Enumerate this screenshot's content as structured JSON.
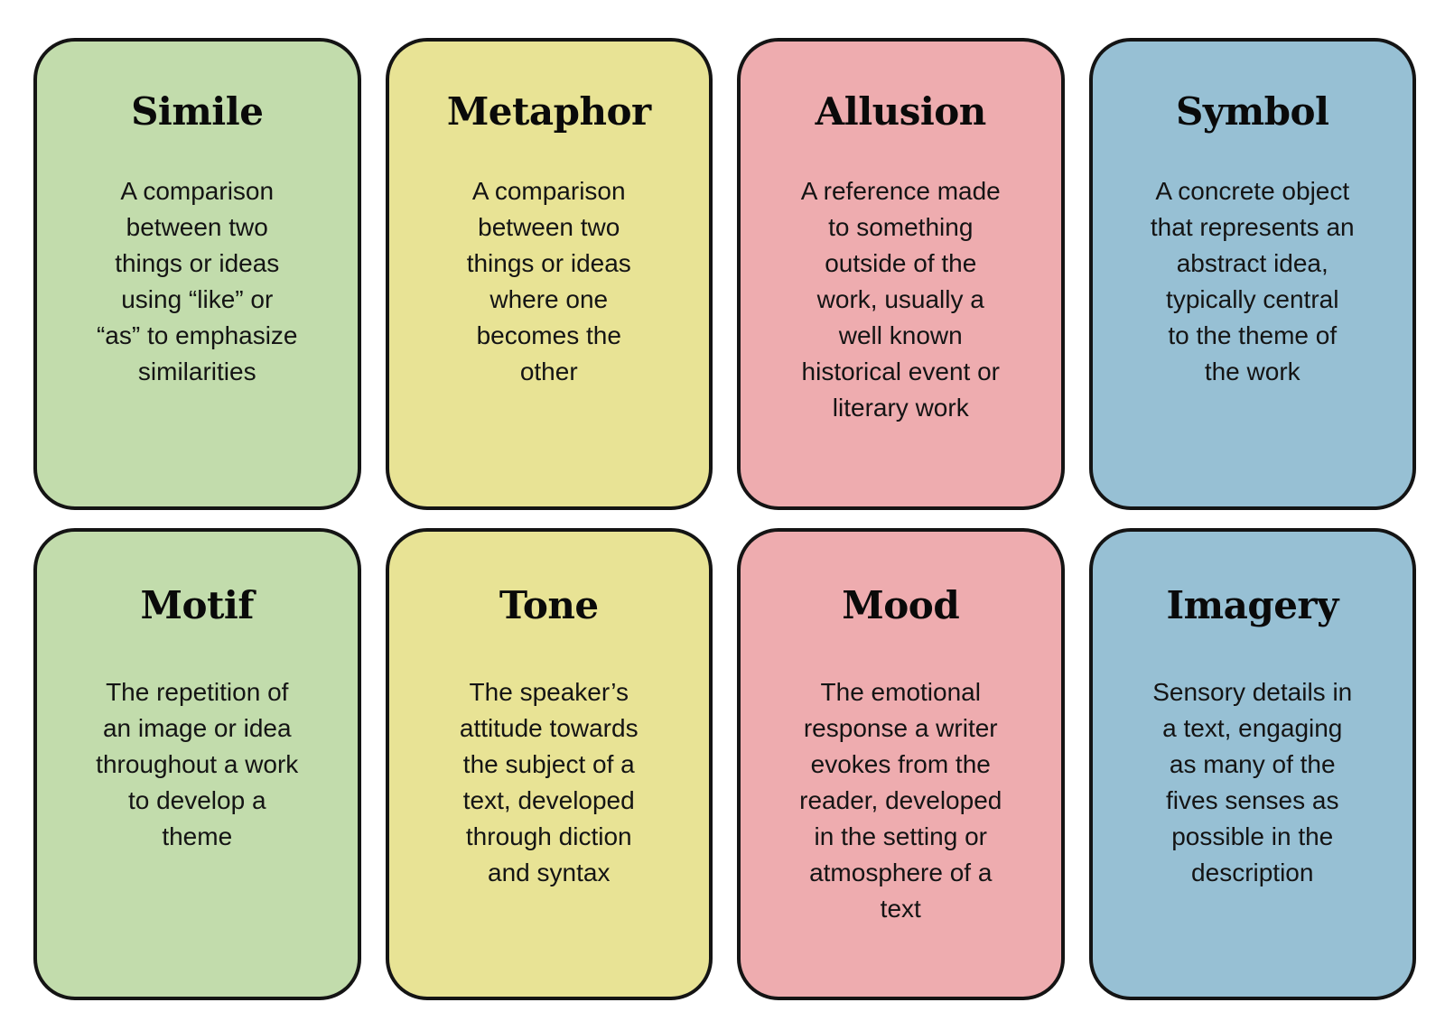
{
  "page": {
    "kind": "literary-terms-card-grid",
    "background_color": "#ffffff",
    "columns": 4,
    "rows": 2
  },
  "palette": {
    "green": "#c2dcac",
    "yellow": "#e8e395",
    "pink": "#eeacaf",
    "blue": "#97c0d4",
    "outline": "#141414",
    "text": "#141414",
    "title_text": "#0a0a0a"
  },
  "cards": [
    {
      "title": "Simile",
      "body": "A comparison\nbetween two\nthings or ideas\nusing “like” or\n“as” to emphasize\nsimilarities",
      "color": "#c2dcac",
      "color_name": "green",
      "row": 1,
      "column": 1
    },
    {
      "title": "Metaphor",
      "body": "A comparison\nbetween two\nthings or ideas\nwhere one\nbecomes the\nother",
      "color": "#e8e395",
      "color_name": "yellow",
      "row": 1,
      "column": 2
    },
    {
      "title": "Allusion",
      "body": "A reference made\nto something\noutside of the\nwork, usually a\nwell known\nhistorical event or\nliterary work",
      "color": "#eeacaf",
      "color_name": "pink",
      "row": 1,
      "column": 3
    },
    {
      "title": "Symbol",
      "body": "A concrete object\nthat represents an\nabstract idea,\ntypically central\nto the theme of\nthe work",
      "color": "#97c0d4",
      "color_name": "blue",
      "row": 1,
      "column": 4
    },
    {
      "title": "Motif",
      "body": "The repetition of\nan image or idea\nthroughout a work\nto develop a\ntheme",
      "color": "#c2dcac",
      "color_name": "green",
      "row": 2,
      "column": 1
    },
    {
      "title": "Tone",
      "body": "The speaker’s\nattitude towards\nthe subject of a\ntext, developed\nthrough diction\nand syntax",
      "color": "#e8e395",
      "color_name": "yellow",
      "row": 2,
      "column": 2
    },
    {
      "title": "Mood",
      "body": "The emotional\nresponse a writer\nevokes from the\nreader, developed\nin the setting or\natmosphere of a\ntext",
      "color": "#eeacaf",
      "color_name": "pink",
      "row": 2,
      "column": 3
    },
    {
      "title": "Imagery",
      "body": "Sensory details in\na text, engaging\nas many of the\nfives senses as\npossible in the\ndescription",
      "color": "#97c0d4",
      "color_name": "blue",
      "row": 2,
      "column": 4
    }
  ]
}
